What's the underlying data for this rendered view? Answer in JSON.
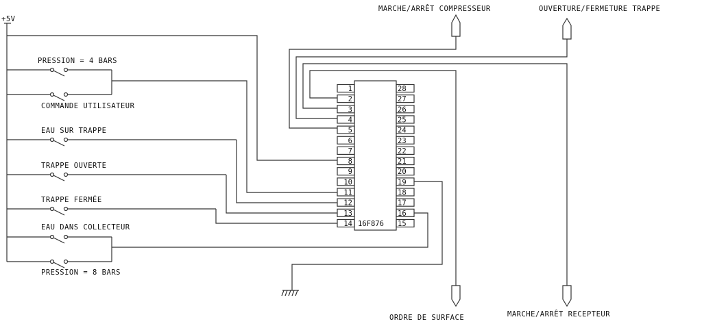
{
  "supply": {
    "label": "+5V"
  },
  "chip": {
    "name": "16F876",
    "left_pins": [
      "1",
      "2",
      "3",
      "4",
      "5",
      "6",
      "7",
      "8",
      "9",
      "10",
      "11",
      "12",
      "13",
      "14"
    ],
    "right_pins": [
      "28",
      "27",
      "26",
      "25",
      "24",
      "23",
      "22",
      "21",
      "20",
      "19",
      "18",
      "17",
      "16",
      "15"
    ]
  },
  "switches": {
    "pression_4": "PRESSION = 4 BARS",
    "commande": "COMMANDE UTILISATEUR",
    "eau_trappe": "EAU SUR TRAPPE",
    "trappe_ouverte": "TRAPPE OUVERTE",
    "trappe_fermee": "TRAPPE FERMÉE",
    "eau_collecteur": "EAU DANS COLLECTEUR",
    "pression_8": "PRESSION = 8 BARS"
  },
  "outputs": {
    "compresseur": "MARCHE/ARRÊT COMPRESSEUR",
    "trappe": "OUVERTURE/FERMETURE TRAPPE",
    "surface": "ORDRE DE SURFACE",
    "recepteur": "MARCHE/ARRÊT RECEPTEUR"
  }
}
